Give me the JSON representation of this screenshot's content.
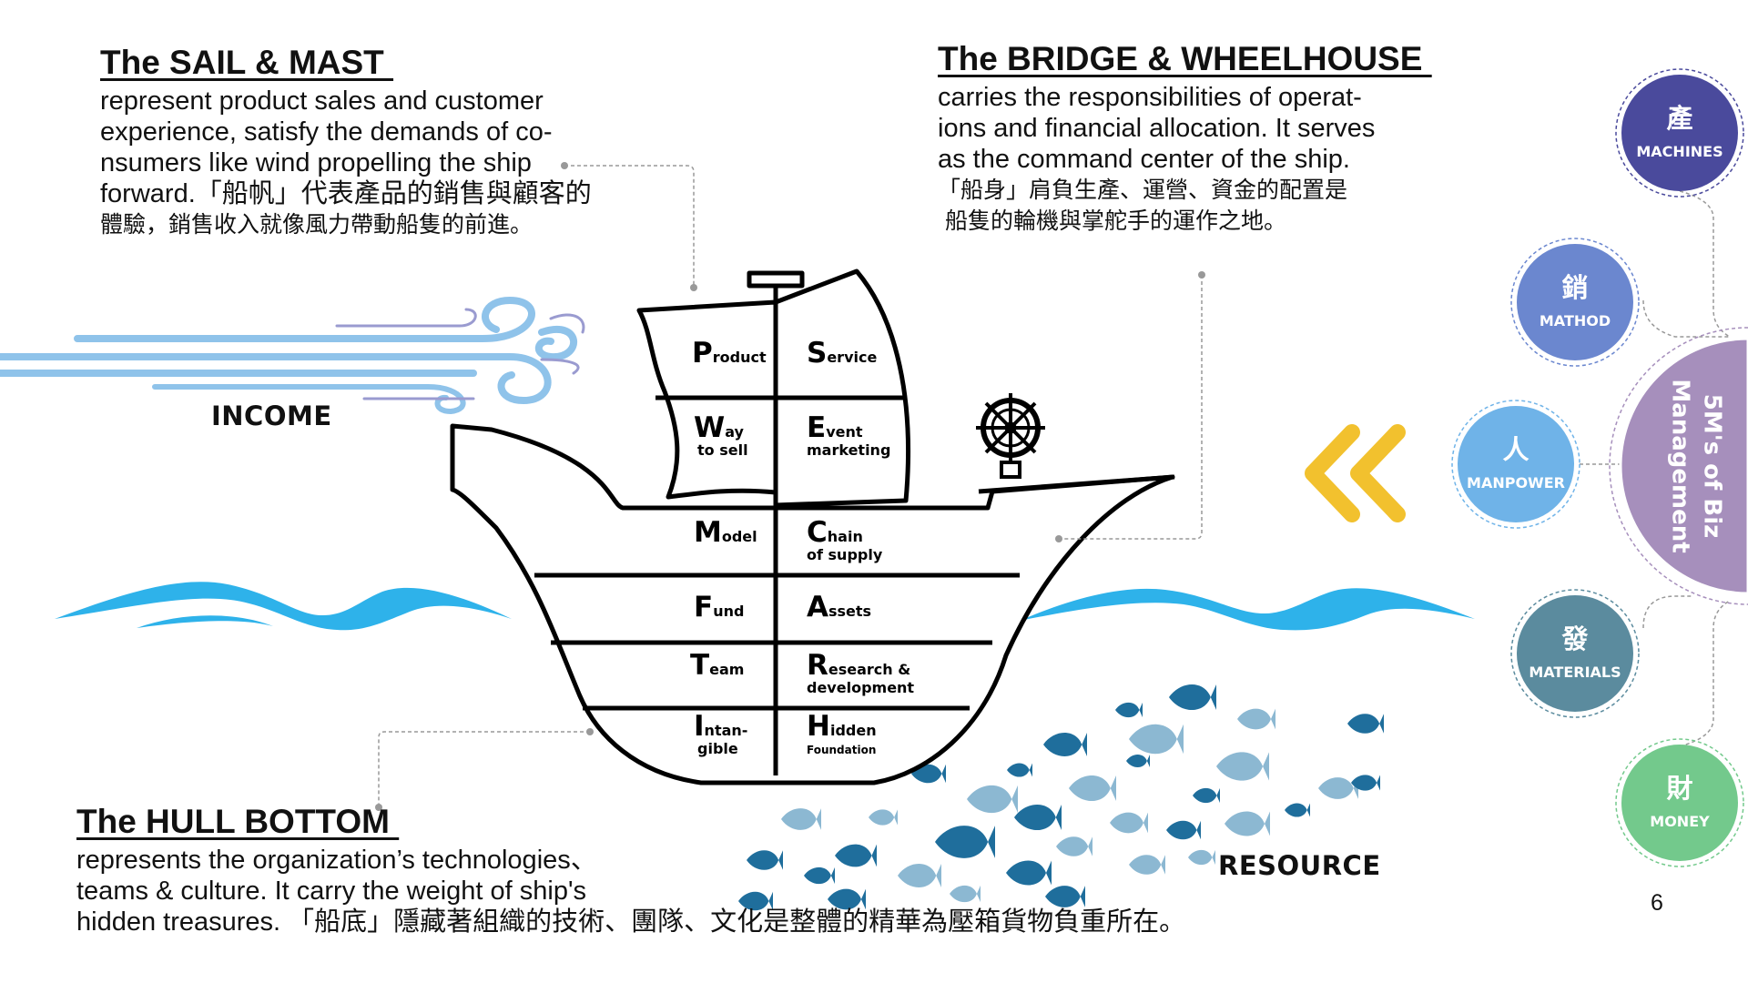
{
  "sail_block": {
    "heading": "The SAIL & MAST ",
    "lines": [
      "represent product sales and customer",
      "experience, satisfy the demands of co-",
      "nsumers like wind propelling the ship",
      "forward.「船帆」代表產品的銷售與顧客的",
      "體驗，銷售收入就像風力帶動船隻的前進。"
    ]
  },
  "bridge_block": {
    "heading": "The BRIDGE & WHEELHOUSE ",
    "lines": [
      "carries the responsibilities of operat-",
      "ions and financial allocation. It serves",
      "as the command center of the ship.",
      "「船身」肩負生產、運營、資金的配置是",
      " 船隻的輪機與掌舵手的運作之地。"
    ]
  },
  "hull_block": {
    "heading": "The HULL BOTTOM ",
    "lines": [
      "represents the organization’s technologies、",
      "teams & culture. It carry the weight of ship's",
      "hidden treasures. 「船底」隱藏著組織的技術、團隊、文化是整體的精華為壓箱貨物負重所在。"
    ]
  },
  "labels": {
    "income": "INCOME",
    "resource": "RESOURCE",
    "page_number": "6"
  },
  "ship_cells": [
    {
      "big": "P",
      "small": "roduct",
      "sub": ""
    },
    {
      "big": "S",
      "small": "ervice",
      "sub": ""
    },
    {
      "big": "W",
      "small": "ay",
      "sub": "to sell"
    },
    {
      "big": "E",
      "small": "vent",
      "sub": "marketing"
    },
    {
      "big": "M",
      "small": "odel",
      "sub": ""
    },
    {
      "big": "C",
      "small": "hain",
      "sub": "of supply"
    },
    {
      "big": "F",
      "small": "und",
      "sub": ""
    },
    {
      "big": "A",
      "small": "ssets",
      "sub": ""
    },
    {
      "big": "T",
      "small": "eam",
      "sub": ""
    },
    {
      "big": "R",
      "small": "esearch &",
      "sub": "development"
    },
    {
      "big": "I",
      "small": "ntan-",
      "sub": "gible"
    },
    {
      "big": "H",
      "small": "idden",
      "sub": "Foundation"
    }
  ],
  "management": {
    "title_line1": "5M's of Biz",
    "title_line2": "Management",
    "circles": [
      {
        "zh": "產",
        "en": "MACHINES",
        "color": "#4A4A9C"
      },
      {
        "zh": "銷",
        "en": "MATHOD",
        "color": "#6B87CF"
      },
      {
        "zh": "人",
        "en": "MANPOWER",
        "color": "#6FB3E8"
      },
      {
        "zh": "發",
        "en": "MATERIALS",
        "color": "#5B8B9E"
      },
      {
        "zh": "財",
        "en": "MONEY",
        "color": "#73C98C"
      }
    ],
    "arc_color": "#A68FBC"
  },
  "colors": {
    "wind": "#8FC3EA",
    "wind_purple": "#9A9BD0",
    "wave": "#2EB2EA",
    "fish_dark": "#1F6E9C",
    "fish_light": "#8CB8D2",
    "chevron": "#F2C12E"
  }
}
